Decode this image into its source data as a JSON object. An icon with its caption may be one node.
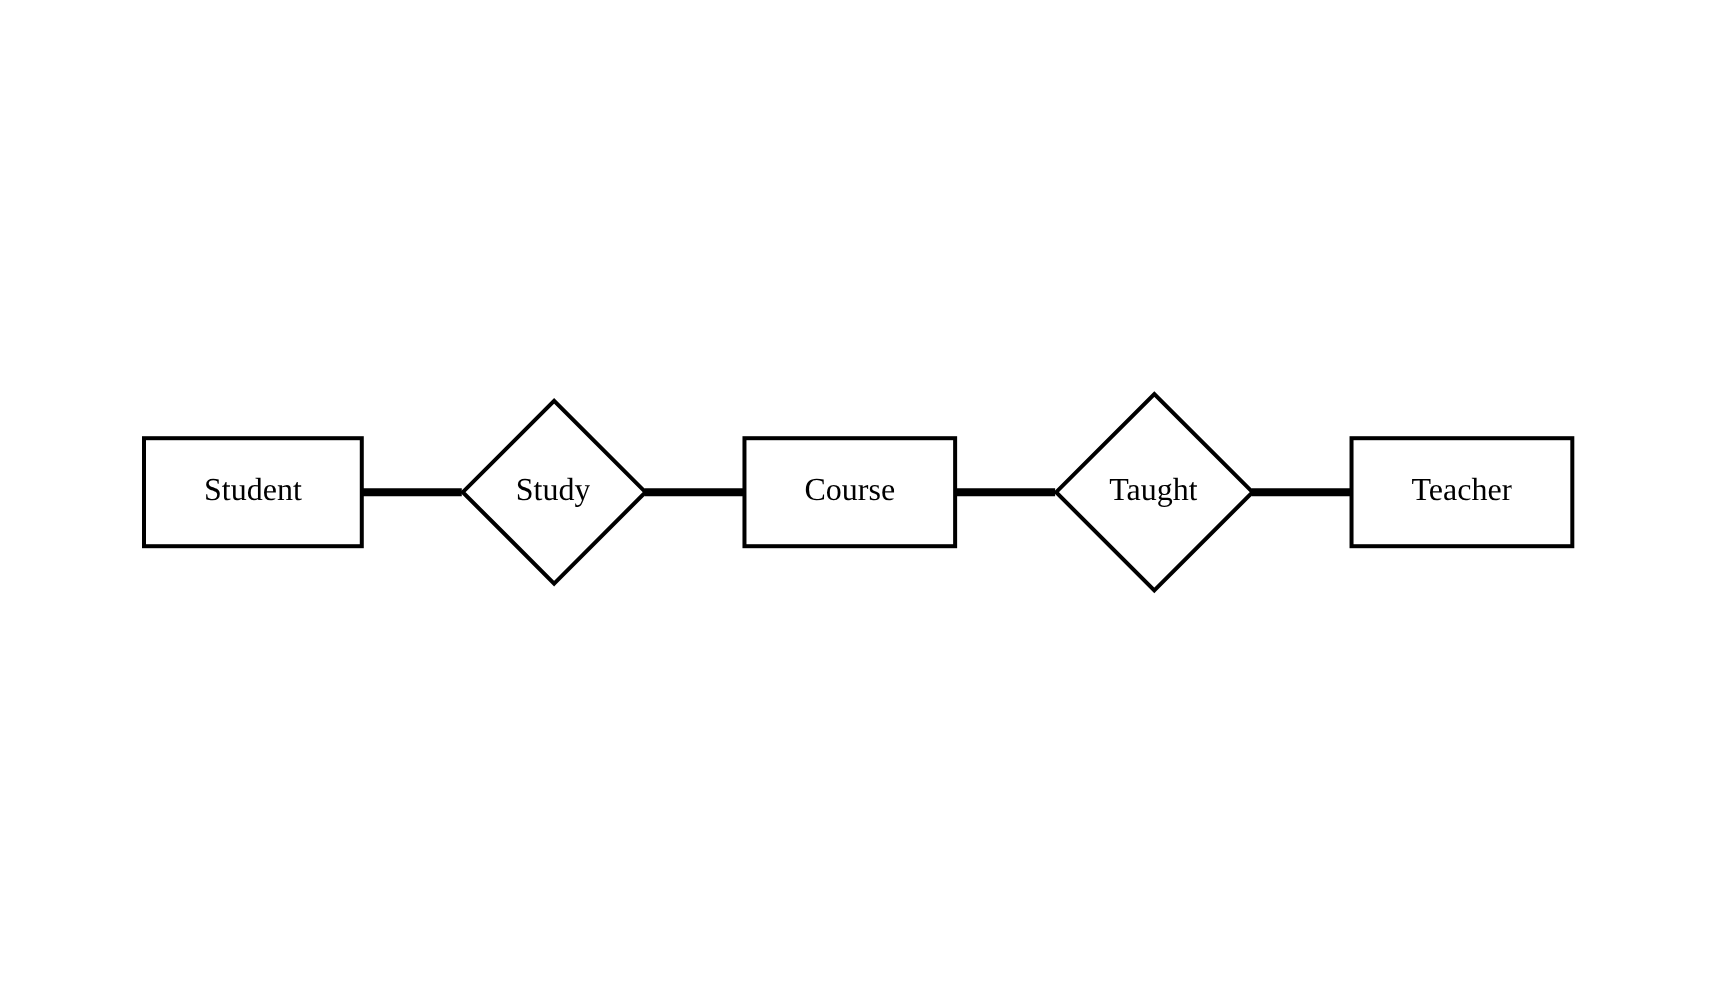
{
  "diagram": {
    "nodes": [
      {
        "text": [
          "Student"
        ]
      },
      {
        "text": [
          "Study"
        ]
      },
      {
        "text": [
          "Course"
        ]
      },
      {
        "text": [
          "Taught"
        ]
      },
      {
        "text": [
          "Teacher"
        ]
      }
    ],
    "edges": [
      {
        "from": 0,
        "to": 1,
        "arrow": "none"
      },
      {
        "from": 1,
        "to": 2,
        "arrow": "none"
      },
      {
        "from": 2,
        "to": 3,
        "arrow": "none"
      },
      {
        "from": 3,
        "to": 4,
        "arrow": "none"
      }
    ]
  }
}
